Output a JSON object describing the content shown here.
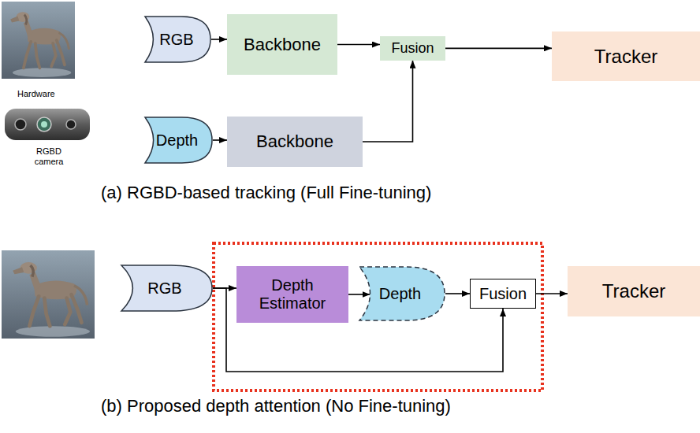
{
  "diagram": {
    "nodes": [
      {
        "text": [
          "RGB"
        ]
      },
      {
        "text": [
          "Backbone"
        ]
      },
      {
        "text": [
          "Fusion"
        ]
      },
      {
        "text": [
          "Tracker"
        ]
      },
      {
        "text": [
          "Depth"
        ]
      },
      {
        "text": [
          "Backbone"
        ]
      },
      {
        "text": [
          "RGB"
        ]
      },
      {
        "text": [
          "Depth Estimator"
        ]
      },
      {
        "text": [
          "Depth"
        ]
      },
      {
        "text": [
          "Fusion"
        ]
      },
      {
        "text": [
          "Tracker"
        ]
      }
    ],
    "edges": [
      {
        "from": 0,
        "to": 1,
        "arrow": "to"
      },
      {
        "from": 1,
        "to": 2,
        "arrow": "to"
      },
      {
        "from": 2,
        "to": 3,
        "arrow": "to"
      },
      {
        "from": 4,
        "to": 5,
        "arrow": "to"
      },
      {
        "from": 5,
        "to": 2,
        "arrow": "to"
      },
      {
        "from": 6,
        "to": 7,
        "arrow": "to"
      },
      {
        "from": 6,
        "to": 9,
        "arrow": "to"
      },
      {
        "from": 7,
        "to": 8,
        "arrow": "to"
      },
      {
        "from": 8,
        "to": 9,
        "arrow": "to"
      },
      {
        "from": 9,
        "to": 10,
        "arrow": "to"
      }
    ],
    "labels": [
      "Hardware",
      "RGBD camera",
      "(a) RGBD-based tracking (Full Fine-tuning)",
      "(b) Proposed depth attention (No Fine-tuning)"
    ]
  }
}
